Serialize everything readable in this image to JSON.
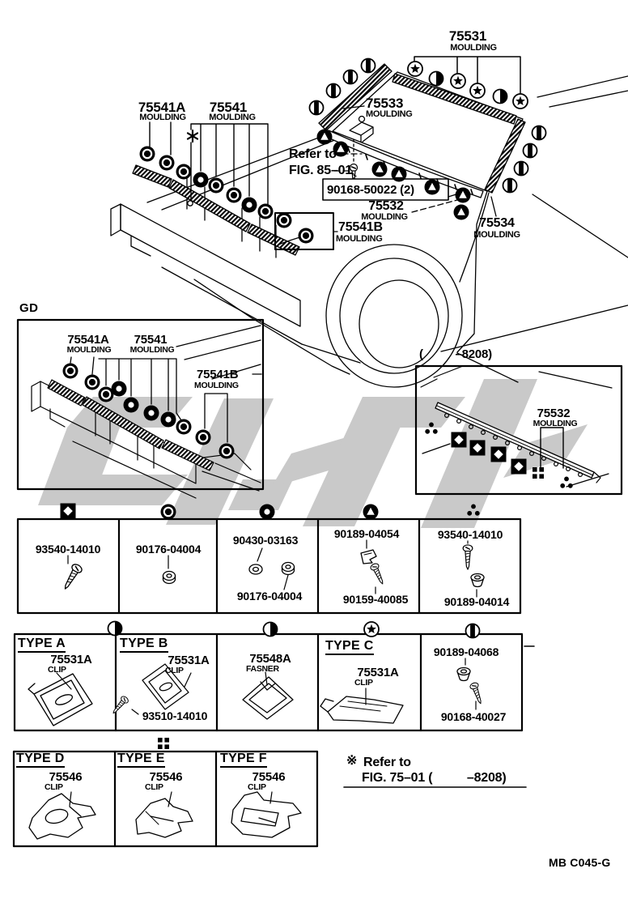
{
  "colors": {
    "ink": "#000000",
    "paper": "#ffffff",
    "watermark": "#c9c9c9"
  },
  "top": {
    "m75531": {
      "num": "75531",
      "sub": "MOULDING"
    },
    "m75533": {
      "num": "75533",
      "sub": "MOULDING"
    },
    "m75541A": {
      "num": "75541A",
      "sub": "MOULDING"
    },
    "m75541": {
      "num": "75541",
      "sub": "MOULDING"
    },
    "m75541B": {
      "num": "75541B",
      "sub": "MOULDING"
    },
    "m75532": {
      "num": "75532",
      "sub": "MOULDING"
    },
    "m75534": {
      "num": "75534",
      "sub": "MOULDING"
    },
    "refer": {
      "line1": "Refer to",
      "line2": "FIG. 85–01"
    },
    "bolt_part": "90168-50022 (2)"
  },
  "gd": {
    "title": "GD",
    "m75541A": {
      "num": "75541A",
      "sub": "MOULDING"
    },
    "m75541": {
      "num": "75541",
      "sub": "MOULDING"
    },
    "m75541B": {
      "num": "75541B",
      "sub": "MOULDING"
    }
  },
  "variant": {
    "range": "(          –8208)",
    "m75532": {
      "num": "75532",
      "sub": "MOULDING"
    }
  },
  "grid1": {
    "c1": {
      "part": "93540-14010"
    },
    "c2": {
      "part": "90176-04004"
    },
    "c3": {
      "top": "90430-03163",
      "bottom": "90176-04004"
    },
    "c4": {
      "top": "90189-04054",
      "bottom": "90159-40085"
    },
    "c5": {
      "top": "93540-14010",
      "bottom": "90189-04014"
    }
  },
  "grid2": {
    "c1": {
      "type": "TYPE A",
      "part": "75531A",
      "sub": "CLIP"
    },
    "c2": {
      "type": "TYPE B",
      "part": "75531A",
      "sub": "CLIP",
      "screw": "93510-14010"
    },
    "c3": {
      "part": "75548A",
      "sub": "FASNER"
    },
    "c4": {
      "type": "TYPE C",
      "part": "75531A",
      "sub": "CLIP"
    },
    "c5": {
      "top": "90189-04068",
      "bottom": "90168-40027"
    }
  },
  "grid3": {
    "c1": {
      "type": "TYPE D",
      "part": "75546",
      "sub": "CLIP"
    },
    "c2": {
      "type": "TYPE E",
      "part": "75546",
      "sub": "CLIP"
    },
    "c3": {
      "type": "TYPE F",
      "part": "75546",
      "sub": "CLIP"
    }
  },
  "note": {
    "marker": "※",
    "line1": "Refer to",
    "line2": "FIG. 75–01 (          –8208)"
  },
  "page_code": "MB C045-G",
  "symbols": {
    "diamond_square": "white diamond in black square",
    "ring_circle": "black disc with white ring",
    "donut_circle": "black disc with white hole",
    "triangle_circle": "white triangle in black disc",
    "star_circle": "black star in outlined circle",
    "half_circle": "circle, right half black",
    "stripe_circle": "circle with black vertical band",
    "triple_dots": "three small dots in triangle",
    "quad_squares": "four small squares",
    "asterisk": "reference asterisk"
  }
}
